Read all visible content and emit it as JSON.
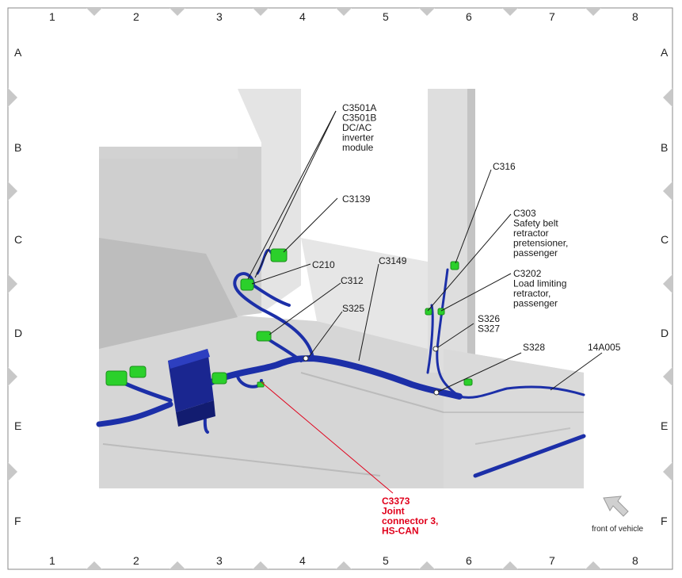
{
  "grid": {
    "columns": [
      "1",
      "2",
      "3",
      "4",
      "5",
      "6",
      "7",
      "8"
    ],
    "rows": [
      "A",
      "B",
      "C",
      "D",
      "E",
      "F"
    ]
  },
  "callouts": {
    "c3501": [
      "C3501A",
      "C3501B",
      "DC/AC",
      "inverter",
      "module"
    ],
    "c3139": [
      "C3139"
    ],
    "c210": [
      "C210"
    ],
    "c312": [
      "C312"
    ],
    "c3149": [
      "C3149"
    ],
    "s325": [
      "S325"
    ],
    "c316": [
      "C316"
    ],
    "c303": [
      "C303",
      "Safety belt",
      "retractor",
      "pretensioner,",
      "passenger"
    ],
    "c3202": [
      "C3202",
      "Load limiting",
      "retractor,",
      "passenger"
    ],
    "s326": [
      "S326",
      "S327"
    ],
    "s328": [
      "S328"
    ],
    "a14a005": [
      "14A005"
    ],
    "c3373": [
      "C3373",
      "Joint",
      "connector 3,",
      "HS-CAN"
    ]
  },
  "front_label": "front of vehicle",
  "colors": {
    "harness": "#1c2fa8",
    "connector": "#2bd02b",
    "highlight": "#e0001b",
    "body": "#d9d9d9"
  }
}
